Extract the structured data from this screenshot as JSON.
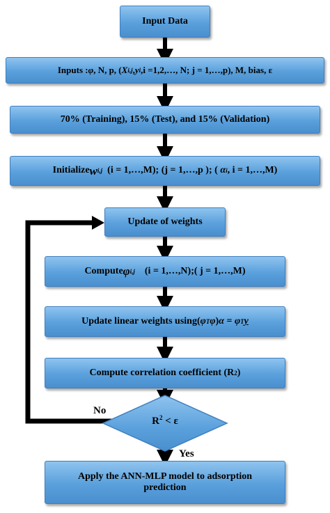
{
  "steps": {
    "input_data": "Input Data",
    "inputs": {
      "prefix": "Inputs : ",
      "phi": "φ",
      "middle": ", N, p, (",
      "x": "X",
      "x_sub": "i,j",
      "comma": ",",
      "y": "y",
      "y_sub": "i",
      "range_i": ",i =1,2,…, N; j = 1,…,p), M, bias, ε"
    },
    "split": "70% (Training), 15% (Test), and 15% (Validation)",
    "initialize": {
      "prefix": "Initialize ",
      "w": "w",
      "w_sub": "i,j",
      "range1": "  (i = 1,…,M); (j = 1,…,p ); ( ",
      "alpha": "α",
      "alpha_sub": "i",
      "range2": ", i = 1,…,M)"
    },
    "update_weights": "Update of weights",
    "compute_phi": {
      "prefix": "Compute ",
      "phi": "φ",
      "phi_sub": "i,j",
      "range": "    (i = 1,…,N);( j = 1,…,M)"
    },
    "update_linear": {
      "prefix": "Update linear weights using ",
      "lhs_open": "(",
      "phi1": "φ",
      "sup_T1": "T",
      "phi2": "φ",
      "lhs_close": ")",
      "alpha": "α",
      "equals": " = ",
      "phi3": "φ",
      "sup_T2": "T",
      "y": "y"
    },
    "compute_corr": {
      "text": "Compute correlation coefficient (R",
      "sup": "2",
      "close": ")"
    },
    "decision": {
      "r": "R",
      "sup": "2",
      "rest": " < ε"
    },
    "apply_model": "Apply the ANN-MLP model to adsorption prediction"
  },
  "labels": {
    "no": "No",
    "yes": "Yes"
  },
  "colors": {
    "box_fill_top": "#8fc4ef",
    "box_fill_bottom": "#4a8fce",
    "box_border": "#3f7fbf",
    "arrow": "#000000"
  }
}
